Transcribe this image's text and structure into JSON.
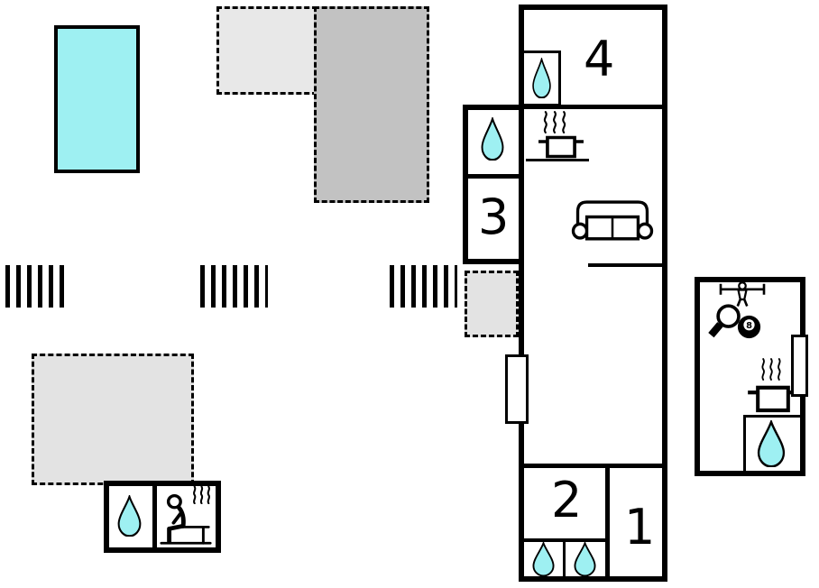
{
  "colors": {
    "water": "#9ef0f2",
    "light_gray": "#e8e8e8",
    "mid_gray": "#c2c2c2",
    "pale_gray": "#e3e3e3",
    "wall": "#000000"
  },
  "rooms": {
    "room1": {
      "label": "1"
    },
    "room2": {
      "label": "2"
    },
    "room3": {
      "label": "3"
    },
    "room4": {
      "label": "4"
    }
  },
  "game_room": {
    "eight_ball_label": "8"
  },
  "icons": {
    "water_drop_icon": "teardrop shape - shower/bath water point",
    "steam_icon": "rising heat squiggle lines",
    "stove_icon": "cooking pot with side handles",
    "sofa_icon": "sofa seen from above",
    "foosball_icon": "table-football player on rod",
    "table_tennis_paddle_icon": "round paddle with handle",
    "eight_ball_icon": "billiard 8-ball",
    "sauna_person_icon": "person seated on sauna bench",
    "stairs_icon": "striped steps",
    "door_icon": "white door gap in wall",
    "pool_icon": "cyan rectangle pool"
  }
}
